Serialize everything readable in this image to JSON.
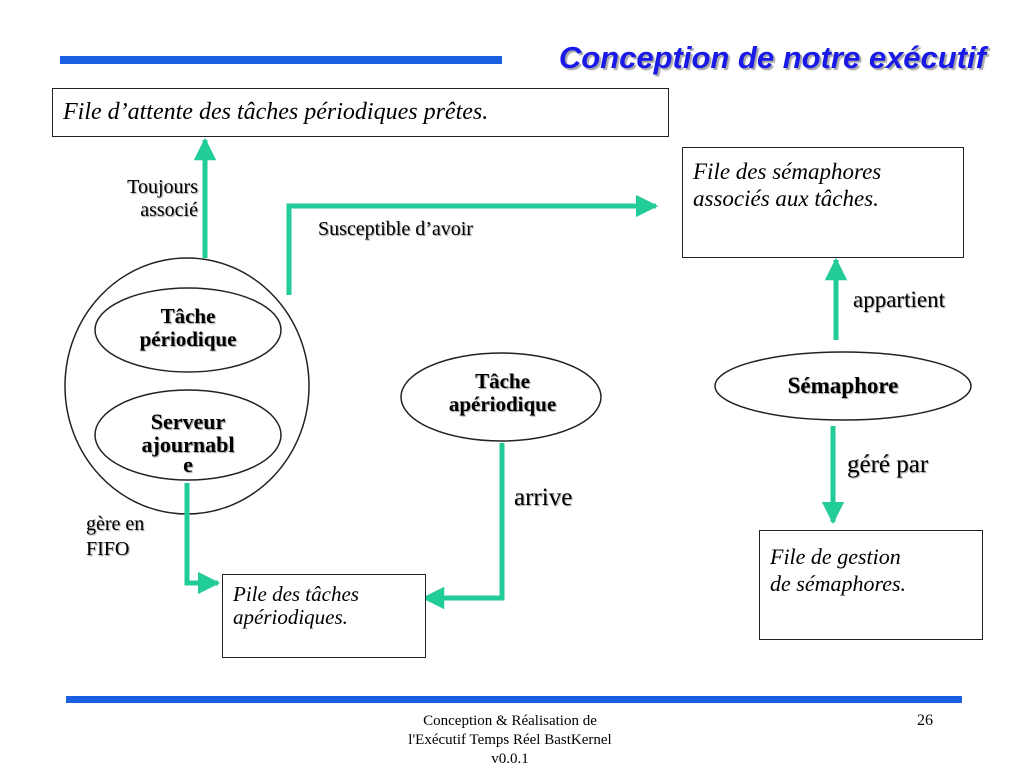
{
  "slide": {
    "title": "Conception de notre exécutif",
    "page_number": "26",
    "footer": {
      "line1": "Conception & Réalisation de",
      "line2": "l'Exécutif Temps Réel BastKernel",
      "line3": "v0.0.1"
    }
  },
  "diagram": {
    "box_periodic_queue": "File d’attente des tâches périodiques prêtes.",
    "box_semaphore_queue": {
      "line1": "File des sémaphores",
      "line2": "associés aux tâches."
    },
    "box_aperiodic_stack": {
      "line1": "Pile des tâches",
      "line2": "apériodiques."
    },
    "box_semaphore_mgmt": {
      "line1": "File de gestion",
      "line2": "de sémaphores."
    },
    "ellipse_periodic_task": {
      "line1": "Tâche",
      "line2": "périodique"
    },
    "ellipse_server": {
      "line1": "Serveur",
      "line2": "ajournabl",
      "line3": "e"
    },
    "ellipse_aperiodic_task": {
      "line1": "Tâche",
      "line2": "apériodique"
    },
    "ellipse_semaphore": "Sémaphore",
    "label_always": {
      "line1": "Toujours",
      "line2": "associé"
    },
    "label_may_have": "Susceptible d’avoir",
    "label_belongs": "appartient",
    "label_managed_by": "géré par",
    "label_arrives": "arrive",
    "label_fifo": {
      "line1": "gère en",
      "line2": "FIFO"
    }
  },
  "colors": {
    "title": "#1a1ae8",
    "bars": "#1a5fe0",
    "arrows": "#22cc99"
  }
}
